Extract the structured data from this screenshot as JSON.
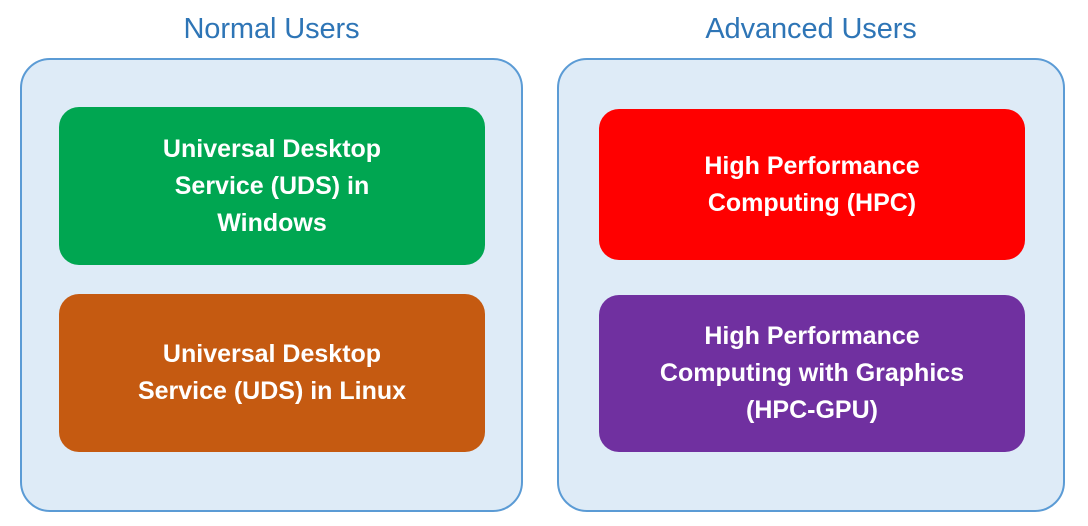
{
  "diagram": {
    "background_color": "#FFFFFF",
    "panel_fill_color": "#DEEBF7",
    "panel_border_color": "#5B9BD5",
    "title_color": "#2E75B6",
    "groups": [
      {
        "title": "Normal Users",
        "cards": [
          {
            "name": "uds-windows",
            "color": "#00A651",
            "text_color": "#FFFFFF",
            "lines": [
              "Universal Desktop",
              "Service (UDS) in",
              "Windows"
            ]
          },
          {
            "name": "uds-linux",
            "color": "#C55A11",
            "text_color": "#FFFFFF",
            "lines": [
              "Universal Desktop",
              "Service (UDS) in Linux"
            ]
          }
        ]
      },
      {
        "title": "Advanced Users",
        "cards": [
          {
            "name": "hpc",
            "color": "#FF0000",
            "text_color": "#FFFFFF",
            "lines": [
              "High Performance",
              "Computing (HPC)"
            ]
          },
          {
            "name": "hpc-gpu",
            "color": "#7030A0",
            "text_color": "#FFFFFF",
            "lines": [
              "High Performance",
              "Computing with Graphics",
              "(HPC-GPU)"
            ]
          }
        ]
      }
    ]
  }
}
